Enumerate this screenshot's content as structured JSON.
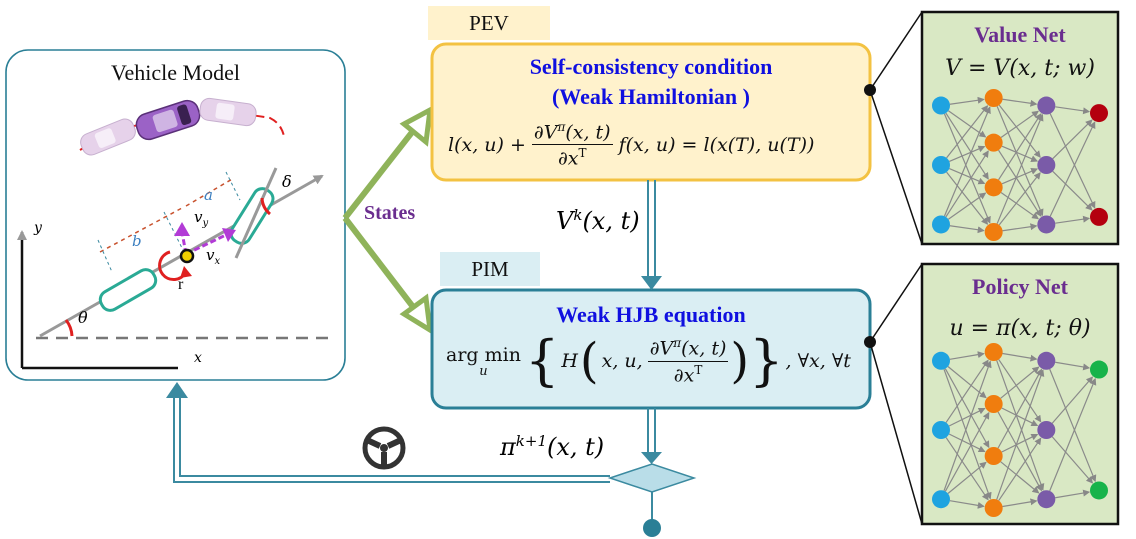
{
  "vehicle_model": {
    "title": "Vehicle Model",
    "labels": {
      "y_axis": "y",
      "x_axis": "x",
      "theta": "θ",
      "delta": "δ",
      "b": "b",
      "a": "a",
      "vy": "v",
      "vy_sub": "y",
      "vx": "v",
      "vx_sub": "x",
      "r": "r"
    }
  },
  "pev": {
    "tag": "PEV",
    "title_line1": "Self-consistency condition",
    "title_line2": "(Weak Hamiltonian )",
    "equation": {
      "lhs": "l(x, u) + ",
      "frac_num": "∂V",
      "frac_num_sup": "π",
      "frac_num_rest": "(x, t)",
      "frac_den": "∂x",
      "frac_den_sup": "T",
      "rhs": "f(x, u) = l(x(T), u(T))"
    }
  },
  "pim": {
    "tag": "PIM",
    "title": "Weak HJB equation",
    "equation": {
      "argmin": "arg min",
      "argmin_sub": "u",
      "h_part": "H",
      "inner_left": "x, u,",
      "frac_num": "∂V",
      "frac_num_sup": "π",
      "frac_num_rest": "(x, t)",
      "frac_den": "∂x",
      "frac_den_sup": "T",
      "suffix": ", ∀x, ∀t"
    }
  },
  "flow": {
    "states_label": "States",
    "vk_label": "V",
    "vk_sup": "k",
    "vk_rest": "(x, t)",
    "pi_label": "π",
    "pi_sup": "k+1",
    "pi_rest": "(x, t)"
  },
  "value_net": {
    "title": "Value Net",
    "eq_lhs": "V",
    "eq_rhs": "V(x, t; w)",
    "layers": [
      3,
      4,
      3,
      2
    ],
    "colors": [
      "#1fa3e0",
      "#f07d0e",
      "#7a5ba8",
      "#b4000f"
    ]
  },
  "policy_net": {
    "title": "Policy Net",
    "eq_lhs": "u",
    "eq_rhs": "π(x, t; θ)",
    "layers": [
      3,
      4,
      3,
      2
    ],
    "colors": [
      "#1fa3e0",
      "#f07d0e",
      "#7a5ba8",
      "#17b34a"
    ]
  },
  "colors": {
    "pev_fill": "#fff2cc",
    "pev_border": "#f3c242",
    "pim_fill": "#daeef3",
    "pim_border": "#2a7f96",
    "net_fill": "#d9e8c4",
    "flow_arrow": "#3b8aa0",
    "green_arrow": "#8fb35a",
    "title_blue": "#1010e0",
    "purple": "#6a2d8f"
  }
}
